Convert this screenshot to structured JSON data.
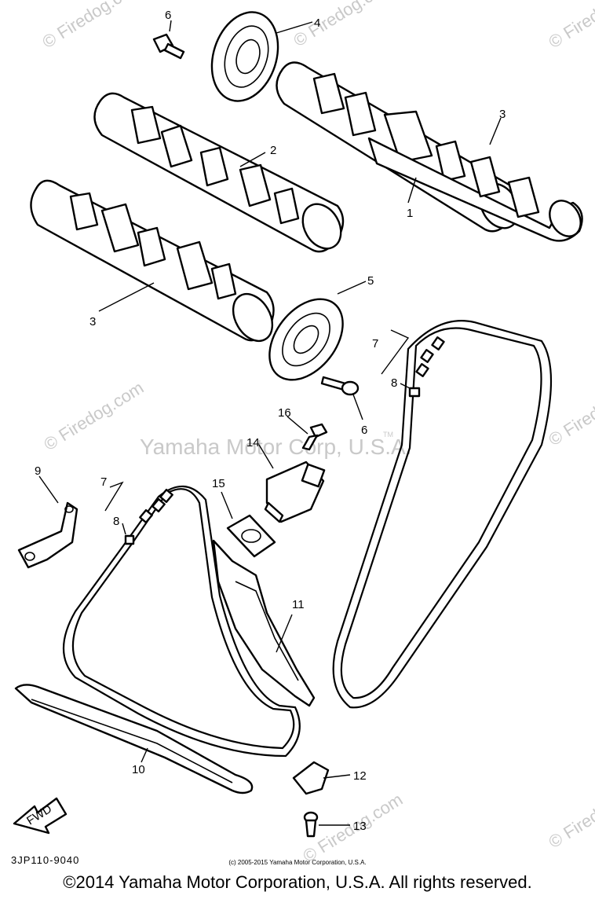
{
  "watermarks": {
    "center": "Yamaha Motor Corp, U.S.A.",
    "firedog": "© Firedog.com",
    "tm": "TM"
  },
  "callouts": {
    "c1": "1",
    "c2": "2",
    "c3a": "3",
    "c3b": "3",
    "c4": "4",
    "c5": "5",
    "c6a": "6",
    "c6b": "6",
    "c7a": "7",
    "c7b": "7",
    "c8a": "8",
    "c8b": "8",
    "c9": "9",
    "c10": "10",
    "c11": "11",
    "c12": "12",
    "c13": "13",
    "c14": "14",
    "c15": "15",
    "c16": "16"
  },
  "fwd_label": "FWD",
  "diagram_code": "3JP110-9040",
  "small_copyright": "(c) 2005-2015 Yamaha Motor Corporation, U.S.A.",
  "main_copyright": "©2014 Yamaha Motor Corporation, U.S.A. All rights reserved."
}
